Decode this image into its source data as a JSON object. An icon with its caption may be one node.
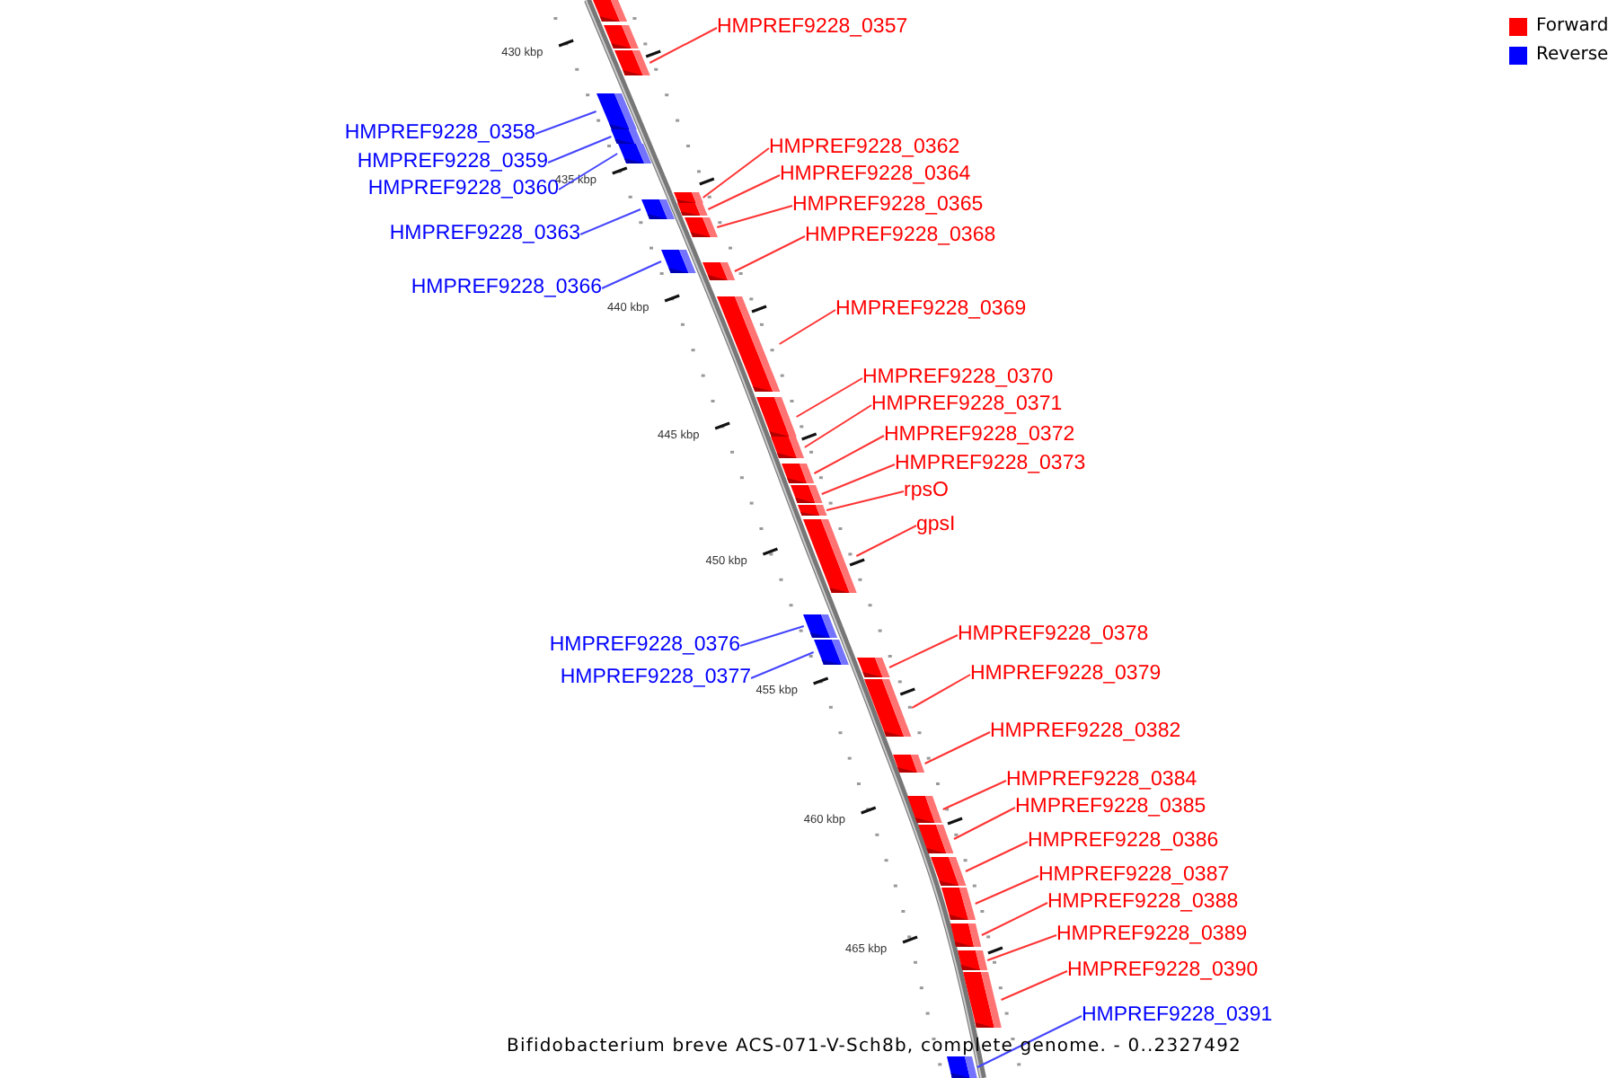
{
  "diagram": {
    "caption": "Bifidobacterium breve ACS-071-V-Sch8b, complete genome. - 0..2327492",
    "nodes": [
      {
        "text": [
          "HMPREF9228_0357"
        ]
      },
      {
        "text": [
          "HMPREF9228_0358"
        ]
      },
      {
        "text": [
          "HMPREF9228_0362"
        ]
      },
      {
        "text": [
          "HMPREF9228_0359"
        ]
      },
      {
        "text": [
          "HMPREF9228_0364"
        ]
      },
      {
        "text": [
          "HMPREF9228_0360"
        ]
      },
      {
        "text": [
          "HMPREF9228_0365"
        ]
      },
      {
        "text": [
          "HMPREF9228_0363"
        ]
      },
      {
        "text": [
          "HMPREF9228_0368"
        ]
      },
      {
        "text": [
          "HMPREF9228_0366"
        ]
      },
      {
        "text": [
          "HMPREF9228_0369"
        ]
      },
      {
        "text": [
          "HMPREF9228_0370"
        ]
      },
      {
        "text": [
          "HMPREF9228_0371"
        ]
      },
      {
        "text": [
          "HMPREF9228_0372"
        ]
      },
      {
        "text": [
          "HMPREF9228_0373"
        ]
      },
      {
        "text": [
          "rpsO"
        ]
      },
      {
        "text": [
          "gpsI"
        ]
      },
      {
        "text": [
          "HMPREF9228_0378"
        ]
      },
      {
        "text": [
          "HMPREF9228_0376"
        ]
      },
      {
        "text": [
          "HMPREF9228_0379"
        ]
      },
      {
        "text": [
          "HMPREF9228_0377"
        ]
      },
      {
        "text": [
          "HMPREF9228_0382"
        ]
      },
      {
        "text": [
          "HMPREF9228_0384"
        ]
      },
      {
        "text": [
          "HMPREF9228_0385"
        ]
      },
      {
        "text": [
          "HMPREF9228_0386"
        ]
      },
      {
        "text": [
          "HMPREF9228_0387"
        ]
      },
      {
        "text": [
          "HMPREF9228_0388"
        ]
      },
      {
        "text": [
          "HMPREF9228_0389"
        ]
      },
      {
        "text": [
          "HMPREF9228_0390"
        ]
      },
      {
        "text": [
          "HMPREF9228_0391"
        ]
      },
      {
        "text": [],
        "shape": "bar"
      },
      {
        "text": [],
        "shape": "bar"
      },
      {
        "text": [],
        "shape": "bar"
      },
      {
        "text": [],
        "shape": "bar"
      },
      {
        "text": [],
        "shape": "bar"
      },
      {
        "text": [],
        "shape": "bar"
      },
      {
        "text": [],
        "shape": "bar"
      },
      {
        "text": [],
        "shape": "bar"
      },
      {
        "text": [],
        "shape": "bar"
      },
      {
        "text": [],
        "shape": "bar"
      },
      {
        "text": [],
        "shape": "bar"
      },
      {
        "text": [],
        "shape": "bar"
      },
      {
        "text": [],
        "shape": "bar"
      },
      {
        "text": [],
        "shape": "bar"
      },
      {
        "text": [],
        "shape": "bar"
      },
      {
        "text": [],
        "shape": "bar"
      },
      {
        "text": [],
        "shape": "bar"
      },
      {
        "text": [],
        "shape": "bar"
      },
      {
        "text": [],
        "shape": "bar"
      },
      {
        "text": [],
        "shape": "bar"
      },
      {
        "text": [],
        "shape": "bar"
      },
      {
        "text": [],
        "shape": "bar"
      },
      {
        "text": [],
        "shape": "bar"
      },
      {
        "text": [],
        "shape": "bar"
      },
      {
        "text": [],
        "shape": "bar"
      },
      {
        "text": [],
        "shape": "bar"
      },
      {
        "text": [],
        "shape": "bar"
      },
      {
        "text": [],
        "shape": "bar"
      },
      {
        "text": [],
        "shape": "bar"
      },
      {
        "text": [],
        "shape": "bar"
      },
      {
        "text": [],
        "shape": "bar"
      },
      {
        "text": [],
        "shape": "bar"
      }
    ],
    "edges": [
      {
        "from": 0,
        "to": 32,
        "arrow": "none"
      },
      {
        "from": 1,
        "to": 33,
        "arrow": "none",
        "color": "#4444ff"
      },
      {
        "from": 2,
        "to": 36,
        "arrow": "none"
      },
      {
        "from": 3,
        "to": 34,
        "arrow": "none",
        "color": "#4444ff"
      },
      {
        "from": 4,
        "to": 38,
        "arrow": "none"
      },
      {
        "from": 5,
        "to": 35,
        "arrow": "none",
        "color": "#4444ff"
      },
      {
        "from": 6,
        "to": 39,
        "arrow": "none"
      },
      {
        "from": 7,
        "to": 37,
        "arrow": "none",
        "color": "#4444ff"
      },
      {
        "from": 8,
        "to": 41,
        "arrow": "none"
      },
      {
        "from": 9,
        "to": 40,
        "arrow": "none",
        "color": "#4444ff"
      },
      {
        "from": 10,
        "to": 42,
        "arrow": "none"
      },
      {
        "from": 11,
        "to": 43,
        "arrow": "none"
      },
      {
        "from": 12,
        "to": 44,
        "arrow": "none"
      },
      {
        "from": 13,
        "to": 45,
        "arrow": "none"
      },
      {
        "from": 14,
        "to": 46,
        "arrow": "none"
      },
      {
        "from": 15,
        "to": 47,
        "arrow": "none"
      },
      {
        "from": 16,
        "to": 48,
        "arrow": "none"
      },
      {
        "from": 17,
        "to": 51,
        "arrow": "none"
      },
      {
        "from": 18,
        "to": 49,
        "arrow": "none",
        "color": "#4444ff"
      },
      {
        "from": 19,
        "to": 52,
        "arrow": "none"
      },
      {
        "from": 20,
        "to": 50,
        "arrow": "none",
        "color": "#4444ff"
      },
      {
        "from": 21,
        "to": 53,
        "arrow": "none"
      },
      {
        "from": 22,
        "to": 54,
        "arrow": "none"
      },
      {
        "from": 23,
        "to": 55,
        "arrow": "none"
      },
      {
        "from": 24,
        "to": 56,
        "arrow": "none"
      },
      {
        "from": 25,
        "to": 57,
        "arrow": "none"
      },
      {
        "from": 26,
        "to": 58,
        "arrow": "none"
      },
      {
        "from": 27,
        "to": 59,
        "arrow": "none"
      },
      {
        "from": 28,
        "to": 60,
        "arrow": "none"
      },
      {
        "from": 29,
        "to": 61,
        "arrow": "none",
        "color": "#4444ff"
      }
    ],
    "labels": [
      "430 kbp",
      "435 kbp",
      "440 kbp",
      "445 kbp",
      "450 kbp",
      "455 kbp",
      "460 kbp",
      "465 kbp"
    ],
    "legend": [
      {
        "text": "Forward",
        "color": "#ff0000"
      },
      {
        "text": "Reverse",
        "color": "#0000ff"
      }
    ]
  }
}
